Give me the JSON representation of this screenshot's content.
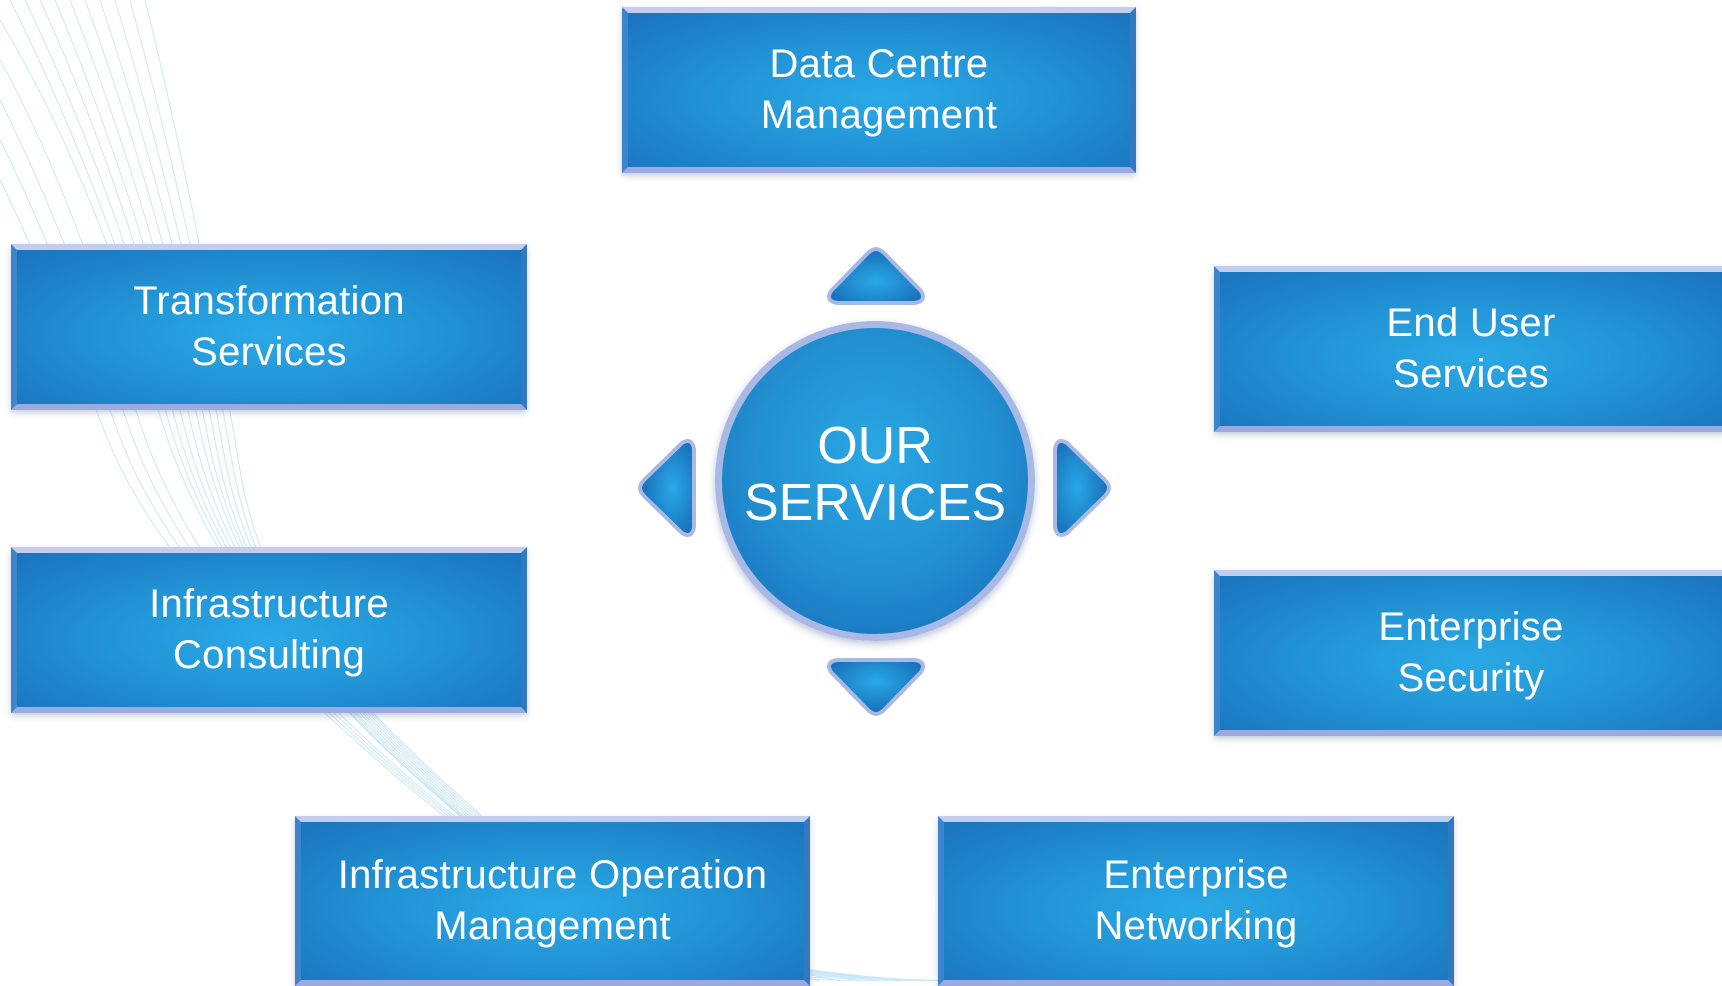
{
  "diagram": {
    "center": {
      "line1": "OUR",
      "line2": "SERVICES"
    },
    "services": [
      {
        "key": "data_centre",
        "line1": "Data Centre",
        "line2": "Management"
      },
      {
        "key": "transformation",
        "line1": "Transformation",
        "line2": "Services"
      },
      {
        "key": "end_user",
        "line1": "End User",
        "line2": "Services"
      },
      {
        "key": "infra_consulting",
        "line1": "Infrastructure",
        "line2": "Consulting"
      },
      {
        "key": "ent_security",
        "line1": "Enterprise",
        "line2": "Security"
      },
      {
        "key": "infra_operation",
        "line1": "Infrastructure Operation",
        "line2": "Management"
      },
      {
        "key": "ent_networking",
        "line1": "Enterprise",
        "line2": "Networking"
      }
    ],
    "colors": {
      "box_fill_light": "#2ba9e6",
      "box_fill_dark": "#1a73bd",
      "box_border": "#a9b9e6",
      "text": "#ffffff"
    }
  }
}
